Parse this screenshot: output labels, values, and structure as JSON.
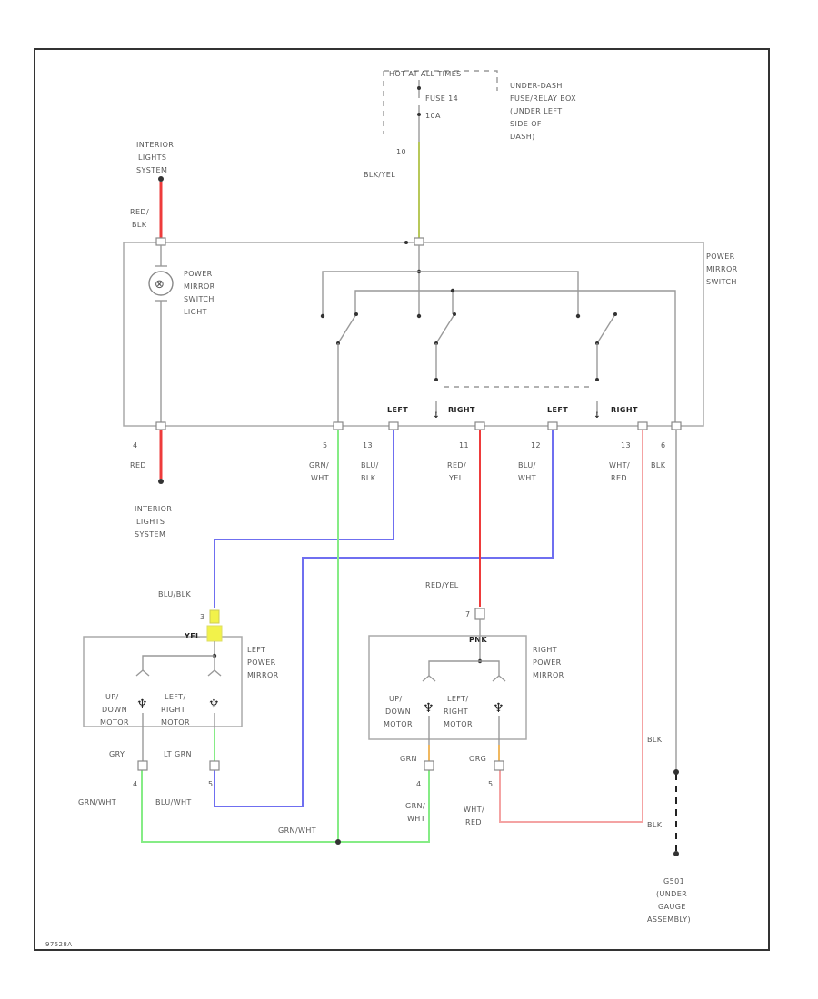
{
  "colors": {
    "red_wire": "#ee3b3b",
    "red_wire_light": "#f4a3a3",
    "blue_wire": "#6f6ff0",
    "green_wire": "#86ec86",
    "yellow_green_wire": "#b8c85a",
    "yellow_wire": "#f2f24a",
    "orange_wire": "#f0b860",
    "black_wire": "#222222",
    "gray_wire": "#999999"
  },
  "labels": {
    "hot_at_all_times": "HOT AT ALL TIMES",
    "fuse": "FUSE 14",
    "fuse_rating": "10A",
    "fuse_box": [
      "UNDER-DASH",
      "FUSE/RELAY BOX",
      "(UNDER LEFT",
      "SIDE OF",
      "DASH)"
    ],
    "interior_lights_top": [
      "INTERIOR",
      "LIGHTS",
      "SYSTEM"
    ],
    "interior_lights_bottom": [
      "INTERIOR",
      "LIGHTS",
      "SYSTEM"
    ],
    "switch_name": [
      "POWER",
      "MIRROR",
      "SWITCH"
    ],
    "switch_light": [
      "POWER",
      "MIRROR",
      "SWITCH",
      "LIGHT"
    ],
    "lamp_symbol": "⊗",
    "top_pin": "10",
    "top_wire": "BLK/YEL",
    "light_top_wire": [
      "RED/",
      "BLK"
    ],
    "pin4_num": "4",
    "pin4_color": "RED",
    "sel_left_a": "LEFT",
    "sel_right_a": "RIGHT",
    "sel_left_b": "LEFT",
    "sel_right_b": "RIGHT",
    "pin_labels": [
      {
        "pin": "5",
        "color": [
          "GRN/",
          "WHT"
        ]
      },
      {
        "pin": "13",
        "color": [
          "BLU/",
          "BLK"
        ]
      },
      {
        "pin": "11",
        "color": [
          "RED/",
          "YEL"
        ]
      },
      {
        "pin": "12",
        "color": [
          "BLU/",
          "WHT"
        ]
      },
      {
        "pin": "13",
        "color": [
          "WHT/",
          "RED"
        ]
      },
      {
        "pin": "6",
        "color": [
          "BLK"
        ]
      }
    ],
    "blu_blk": "BLU/BLK",
    "red_yel": "RED/YEL",
    "left_mirror_pin": "3",
    "right_mirror_pin": "7",
    "left_conn_color": "YEL",
    "right_conn_color": "PNK",
    "left_mirror": [
      "LEFT",
      "POWER",
      "MIRROR"
    ],
    "right_mirror": [
      "RIGHT",
      "POWER",
      "MIRROR"
    ],
    "up_down_motor": [
      "UP/",
      "DOWN",
      "MOTOR"
    ],
    "left_right_motor": [
      "LEFT/",
      "RIGHT",
      "MOTOR"
    ],
    "lm_wire_a": "GRY",
    "lm_wire_b": "LT GRN",
    "rm_wire_a": "GRN",
    "rm_wire_b": "ORG",
    "pin_4": "4",
    "pin_5": "5",
    "pin_4_b": "4",
    "pin_5_b": "5",
    "grn_wht_lower": "GRN/WHT",
    "blu_wht_lower": "BLU/WHT",
    "grn_wht_bus": "GRN/WHT",
    "grn_wht_rm": [
      "GRN/",
      "WHT"
    ],
    "wht_red_rm": [
      "WHT/",
      "RED"
    ],
    "blk_upper": "BLK",
    "blk_lower": "BLK",
    "ground": [
      "G501",
      "(UNDER",
      "GAUGE",
      "ASSEMBLY)"
    ],
    "footer_code": "97528A"
  }
}
